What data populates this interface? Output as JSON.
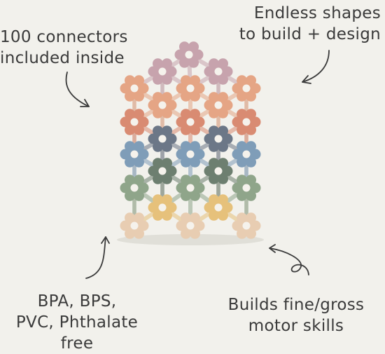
{
  "callouts": {
    "connectors": "100 connectors\nincluded inside",
    "shapes": "Endless shapes\nto build + design",
    "bpa": "BPA, BPS,\nPVC, Phthalate\nfree",
    "motor": "Builds fine/gross\nmotor skills"
  },
  "colors": {
    "background": "#f2f1ec",
    "text": "#3a3a3a",
    "pink": "#c7a3ad",
    "peach": "#e5a585",
    "coral": "#d98b72",
    "slate": "#6c7787",
    "blue": "#7f9db8",
    "green": "#6d7f70",
    "sage": "#8fa58a",
    "yellow": "#e6c17b",
    "cream": "#e8cdb2"
  },
  "icons": [
    "curved-arrow-icon"
  ]
}
